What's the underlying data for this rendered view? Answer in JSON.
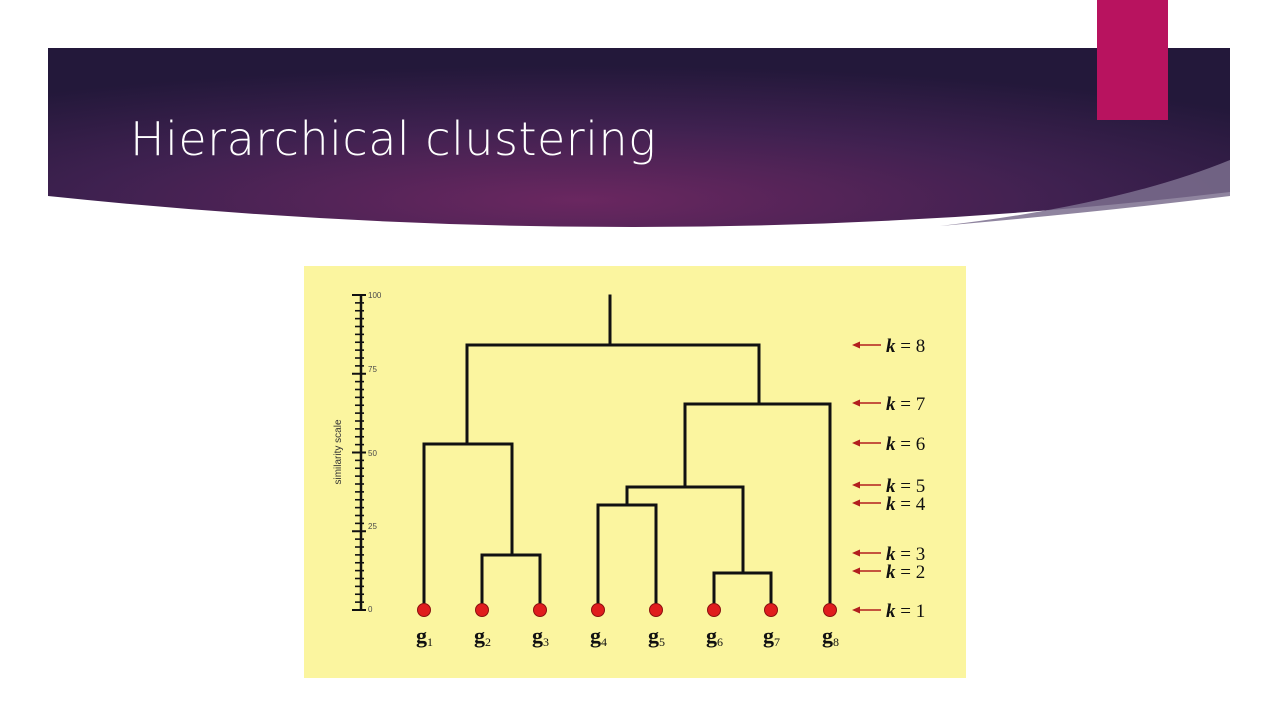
{
  "slide": {
    "title": "Hierarchical clustering"
  },
  "colors": {
    "banner_dark": "#2b1a3c",
    "banner_mid": "#6a2760",
    "accent_tab": "#b8135f",
    "figure_background": "#fbf59f",
    "tree_line": "#111111",
    "leaf_node": "#e01d1d",
    "k_arrow": "#b21e1e"
  },
  "dendrogram": {
    "axis": {
      "label": "similarity scale",
      "ticks": [
        "0",
        "25",
        "50",
        "75",
        "100"
      ],
      "tick_values": [
        0,
        25,
        50,
        75,
        100
      ]
    },
    "leaves": [
      {
        "letter": "g",
        "sub": "1"
      },
      {
        "letter": "g",
        "sub": "2"
      },
      {
        "letter": "g",
        "sub": "3"
      },
      {
        "letter": "g",
        "sub": "4"
      },
      {
        "letter": "g",
        "sub": "5"
      },
      {
        "letter": "g",
        "sub": "6"
      },
      {
        "letter": "g",
        "sub": "7"
      },
      {
        "letter": "g",
        "sub": "8"
      }
    ],
    "k_labels": [
      {
        "var": "k",
        "eq": " = 8"
      },
      {
        "var": "k",
        "eq": " = 7"
      },
      {
        "var": "k",
        "eq": " = 6"
      },
      {
        "var": "k",
        "eq": " = 5"
      },
      {
        "var": "k",
        "eq": " = 4"
      },
      {
        "var": "k",
        "eq": " = 3"
      },
      {
        "var": "k",
        "eq": " = 2"
      },
      {
        "var": "k",
        "eq": " = 1"
      }
    ]
  }
}
